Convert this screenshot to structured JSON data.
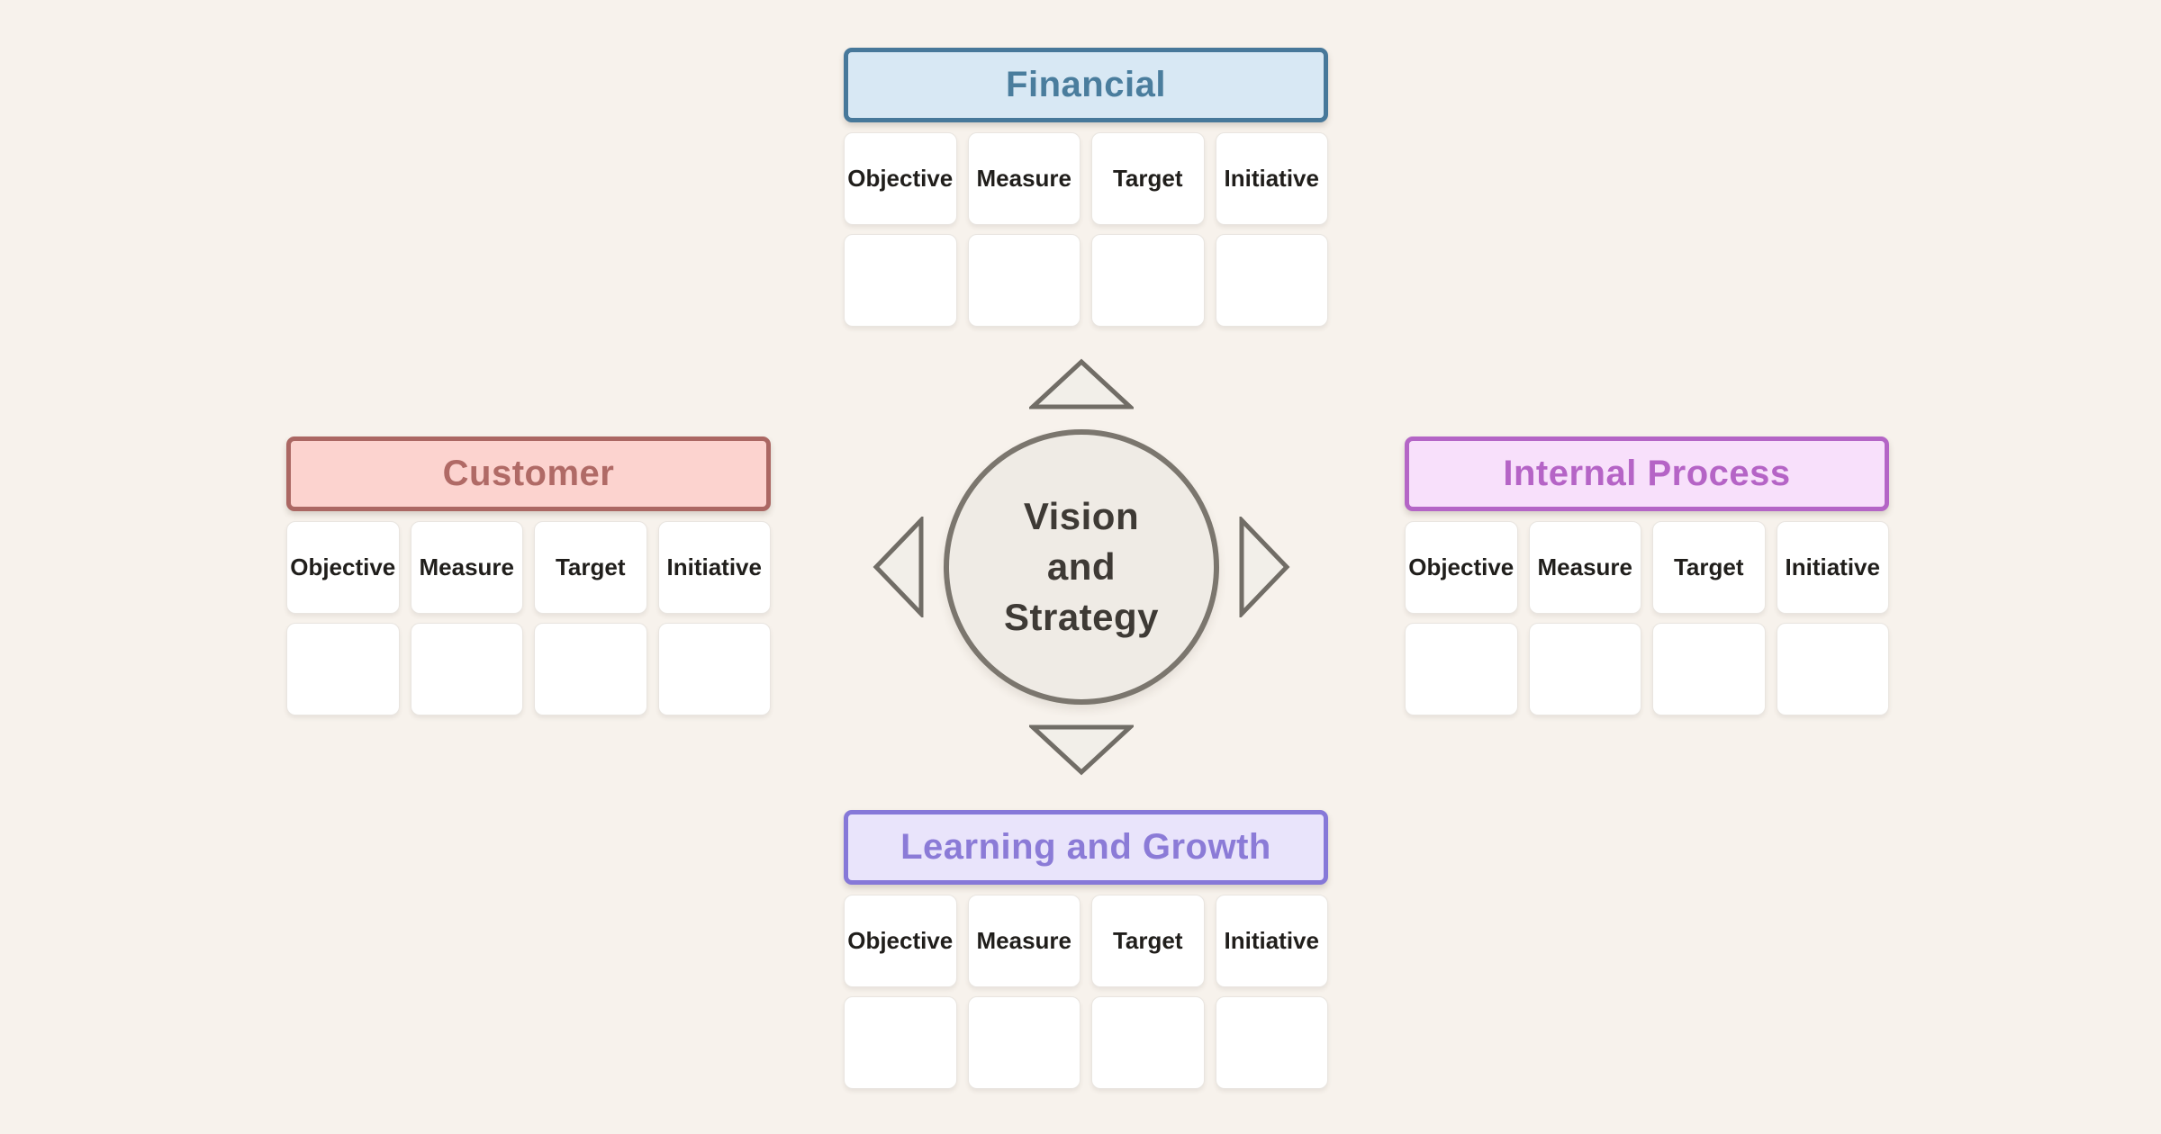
{
  "background": "#f7f2ec",
  "diagram": "balanced-scorecard",
  "center": {
    "lines": [
      "Vision",
      "and",
      "Strategy"
    ],
    "fill": "#efebe5",
    "border": "#7b766e",
    "text_color": "#3e3a35"
  },
  "arrows": [
    "up",
    "right",
    "down",
    "left"
  ],
  "arrow_colors": {
    "fill": "#f2efe9",
    "stroke": "#716d66"
  },
  "cell_colors": {
    "fill": "#ffffff",
    "border": "#e9e5e0",
    "text": "#201e1b"
  },
  "perspectives": [
    {
      "key": "financial",
      "position": "top",
      "label": "Financial",
      "fill": "#d8e8f4",
      "border": "#47789a",
      "text_color": "#4a7d9d",
      "columns": [
        "Objective",
        "Measure",
        "Target",
        "Initiative"
      ],
      "empty_rows": 1
    },
    {
      "key": "customer",
      "position": "left",
      "label": "Customer",
      "fill": "#fcd3cf",
      "border": "#ab6763",
      "text_color": "#b06a66",
      "columns": [
        "Objective",
        "Measure",
        "Target",
        "Initiative"
      ],
      "empty_rows": 1
    },
    {
      "key": "internal-process",
      "position": "right",
      "label": "Internal Process",
      "fill": "#f8e0fb",
      "border": "#b465c6",
      "text_color": "#b564c6",
      "columns": [
        "Objective",
        "Measure",
        "Target",
        "Initiative"
      ],
      "empty_rows": 1
    },
    {
      "key": "learning-and-growth",
      "position": "bottom",
      "label": "Learning and Growth",
      "fill": "#e9e4fb",
      "border": "#8678d8",
      "text_color": "#8b7bd7",
      "columns": [
        "Objective",
        "Measure",
        "Target",
        "Initiative"
      ],
      "empty_rows": 1
    }
  ]
}
